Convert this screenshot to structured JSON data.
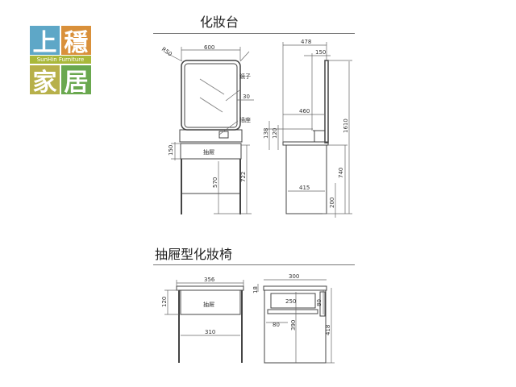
{
  "logo": {
    "chars": [
      "上",
      "穩",
      "家",
      "居"
    ],
    "band": "SunHin Furniture",
    "colors": [
      "#5ea7c7",
      "#d9903a",
      "#b7b04a",
      "#6aa84f"
    ]
  },
  "vanity": {
    "title": "化妝台",
    "labels": {
      "mirror": "鏡子",
      "socket": "插座",
      "drawer": "抽屜",
      "radius": "R50"
    },
    "dims": {
      "width": "600",
      "gap": "30",
      "drawer_h": "150",
      "leg": "570",
      "table_h": "722",
      "depth": "478",
      "back": "150",
      "mirror_d": "460",
      "d138": "138",
      "d120": "120",
      "total_h": "1610",
      "h740": "740",
      "d415": "415",
      "d200": "200"
    }
  },
  "stool": {
    "title": "抽屜型化妝椅",
    "labels": {
      "drawer": "抽屜"
    },
    "dims": {
      "width": "356",
      "drawer_h": "120",
      "inner": "310",
      "depth": "300",
      "top": "18",
      "d250": "250",
      "d80v": "80",
      "d80h": "80",
      "d390": "390",
      "height": "418"
    }
  }
}
